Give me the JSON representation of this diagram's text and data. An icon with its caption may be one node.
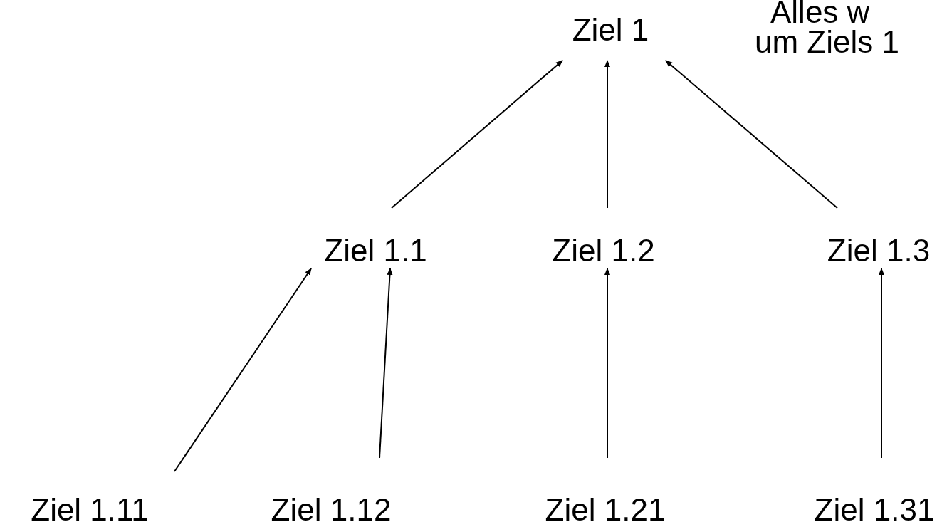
{
  "diagram": {
    "nodes": [
      {
        "text": [
          "Ziel 1"
        ]
      },
      {
        "text": [
          "Ziel 1.1"
        ]
      },
      {
        "text": [
          "Ziel 1.2"
        ]
      },
      {
        "text": [
          "Ziel 1.3"
        ]
      },
      {
        "text": [
          "Ziel 1.11"
        ]
      },
      {
        "text": [
          "Ziel 1.12"
        ]
      },
      {
        "text": [
          "Ziel 1.21"
        ]
      },
      {
        "text": [
          "Ziel 1.31"
        ]
      }
    ],
    "edges": [
      {
        "from": 1,
        "to": 0,
        "arrow": "to"
      },
      {
        "from": 2,
        "to": 0,
        "arrow": "to"
      },
      {
        "from": 3,
        "to": 0,
        "arrow": "to"
      },
      {
        "from": 4,
        "to": 1,
        "arrow": "to"
      },
      {
        "from": 5,
        "to": 1,
        "arrow": "to"
      },
      {
        "from": 6,
        "to": 2,
        "arrow": "to"
      },
      {
        "from": 7,
        "to": 3,
        "arrow": "to"
      }
    ],
    "labels": [
      "Alles w",
      "um Ziels 1"
    ]
  }
}
